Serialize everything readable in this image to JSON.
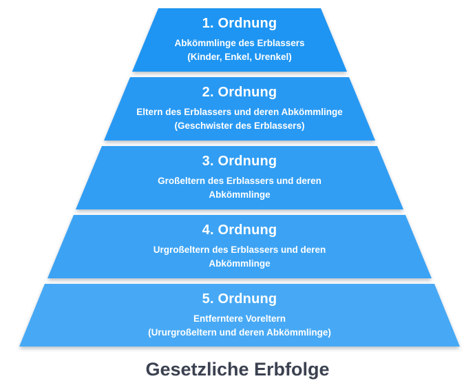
{
  "title": "Gesetzliche Erbfolge",
  "colors": {
    "title_text": "#3b4150",
    "level_text": "#ffffff"
  },
  "pyramid": {
    "levels": [
      {
        "heading": "1. Ordnung",
        "line1": "Abkömmlinge des Erblassers",
        "line2": "(Kinder, Enkel, Urenkel)",
        "color": "#1e95f2"
      },
      {
        "heading": "2. Ordnung",
        "line1": "Eltern des Erblassers und deren Abkömmlinge",
        "line2": "(Geschwister des Erblassers)",
        "color": "#2899f3"
      },
      {
        "heading": "3. Ordnung",
        "line1": "Großeltern des Erblassers und deren",
        "line2": "Abkömmlinge",
        "color": "#319ef3"
      },
      {
        "heading": "4. Ordnung",
        "line1": "Urgroßeltern des Erblassers und deren",
        "line2": "Abkömmlinge",
        "color": "#3ca3f4"
      },
      {
        "heading": "5. Ordnung",
        "line1": "Entferntere Voreltern",
        "line2": "(Ururgroßeltern und deren Abkömmlinge)",
        "color": "#47a9f5"
      }
    ]
  }
}
